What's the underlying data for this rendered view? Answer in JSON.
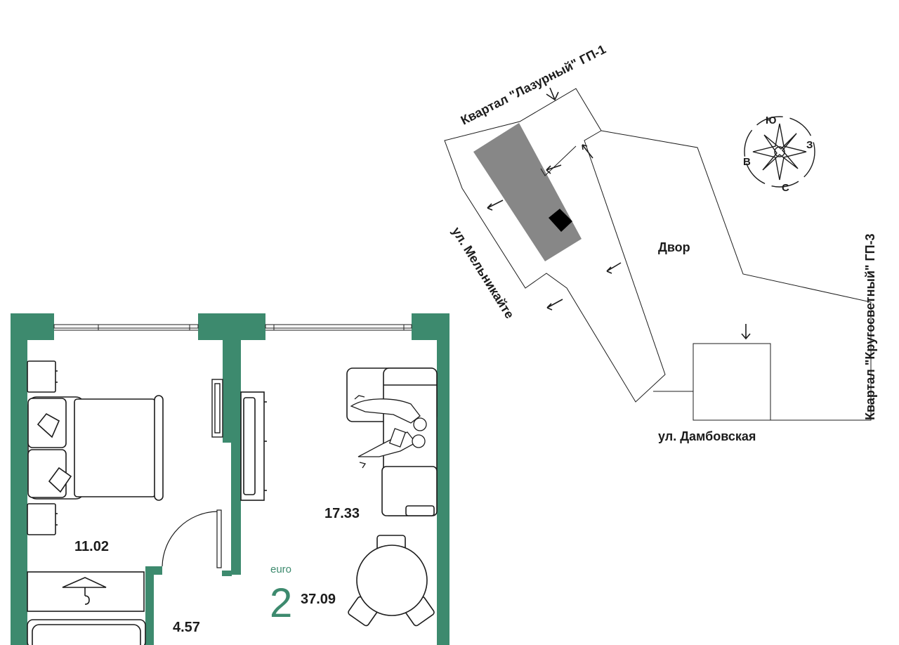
{
  "plan": {
    "rooms": {
      "bedroom_area": "11.02",
      "living_area": "17.33",
      "hall_area": "4.57"
    },
    "apartment": {
      "type_label": "euro",
      "rooms_count": "2",
      "total_area": "37.09"
    }
  },
  "site_map": {
    "street_top": "Квартал \"Лазурный\" ГП-1",
    "street_left": "ул. Мельникайте",
    "yard": "Двор",
    "street_bottom": "ул. Дамбовская",
    "street_right": "Квартал \"Кругосветный\" ГП-3"
  },
  "compass": {
    "south": "Ю",
    "west": "З",
    "east": "В",
    "north": "С"
  },
  "colors": {
    "wall": "#3d8a6e",
    "building": "#878787",
    "line": "#1c1c1c",
    "accent": "#3d8a6e"
  }
}
